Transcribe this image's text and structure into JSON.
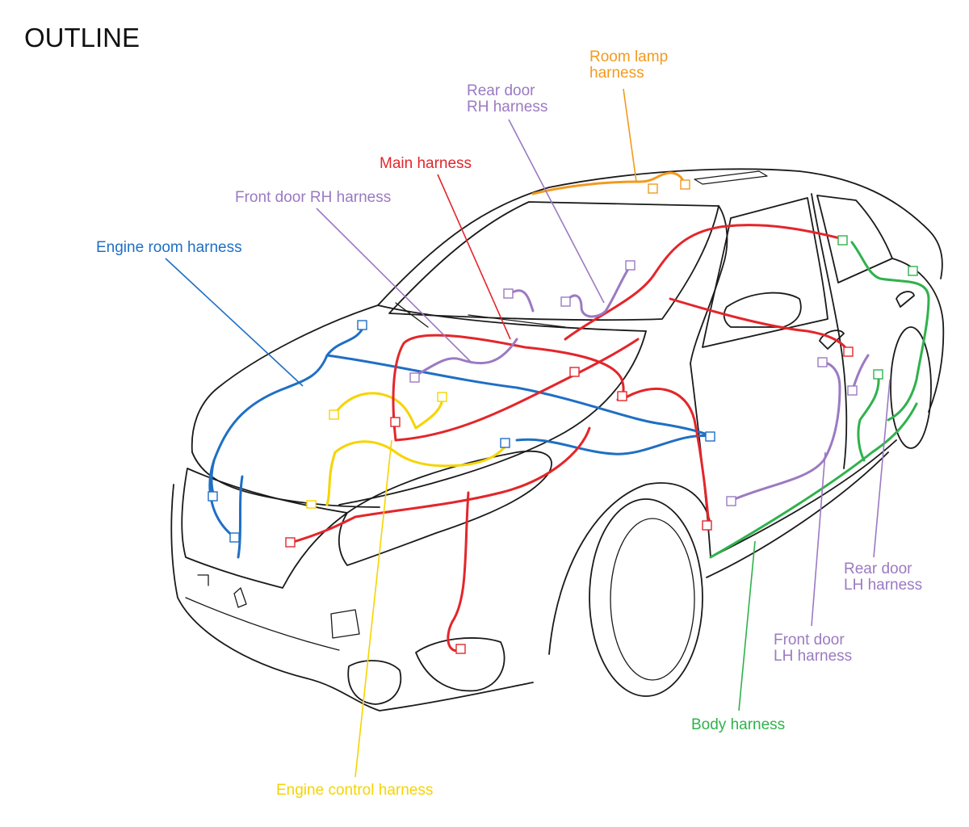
{
  "title": "OUTLINE",
  "colors": {
    "engine_room": "#1f6fc4",
    "engine_control": "#f5d400",
    "main": "#e3262b",
    "body": "#2fb24c",
    "door": "#9b7ac2",
    "room_lamp": "#f39a1e",
    "outline": "#1a1a1a"
  },
  "labels": {
    "room_lamp": {
      "line1": "Room lamp",
      "line2": "harness"
    },
    "rear_door_rh": {
      "line1": "Rear door",
      "line2": "RH harness"
    },
    "main": {
      "line1": "Main harness"
    },
    "front_door_rh": {
      "line1": "Front door RH harness"
    },
    "engine_room": {
      "line1": "Engine room harness"
    },
    "rear_door_lh": {
      "line1": "Rear door",
      "line2": "LH harness"
    },
    "front_door_lh": {
      "line1": "Front door",
      "line2": "LH harness"
    },
    "body": {
      "line1": "Body harness"
    },
    "engine_control": {
      "line1": "Engine control harness"
    }
  }
}
